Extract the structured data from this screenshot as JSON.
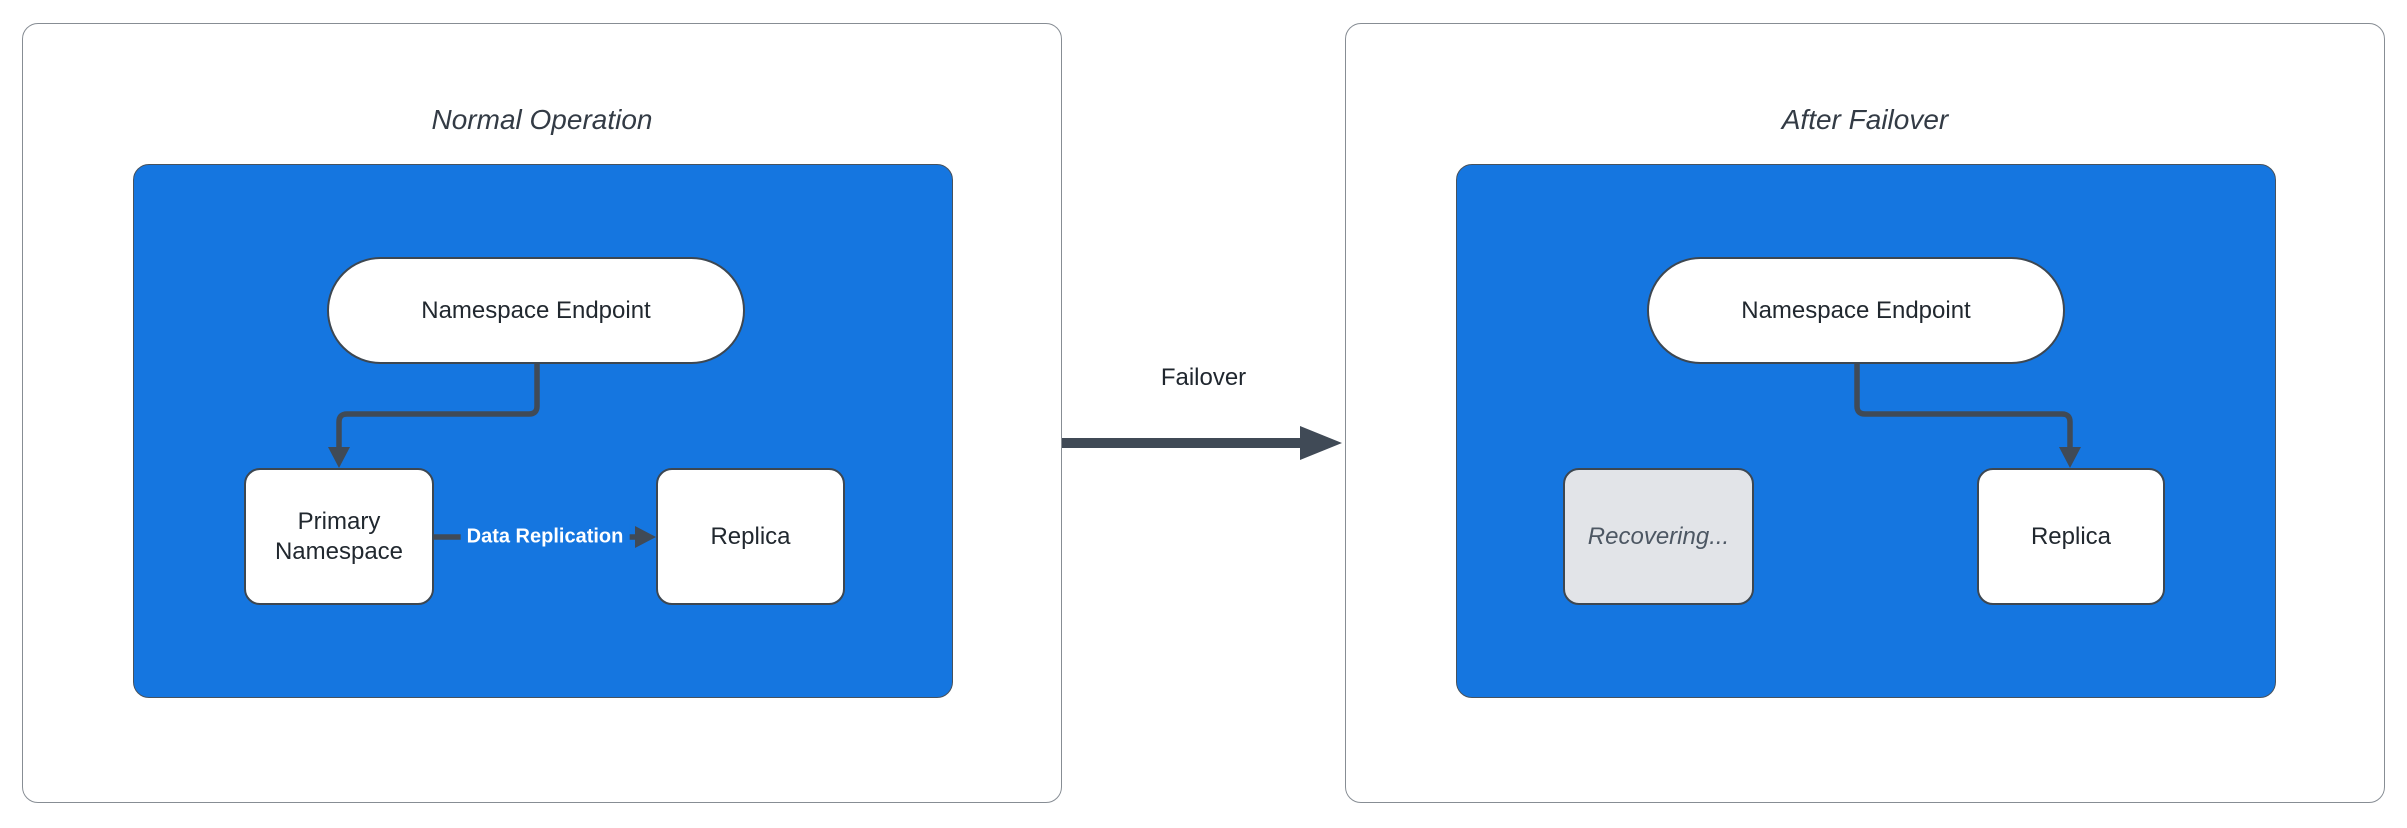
{
  "theme": {
    "canvas-bg": "#ffffff",
    "panel-bg": "#ffffff",
    "panel-border": "#878d94",
    "cluster-fill": "#1576e0",
    "cluster-border": "#47525d",
    "node-fill": "#ffffff",
    "node-border": "#3d4751",
    "node-text": "#21282f",
    "edge-color": "#404a56",
    "edge-label-on-blue": "#ffffff",
    "recovering-fill": "#e2e4e8",
    "recovering-text": "#4d5763",
    "title-text": "#333b45",
    "failover-text": "#1f262e"
  },
  "panels": [
    {
      "title": "Normal Operation",
      "nodes": {
        "endpoint": "Namespace Endpoint",
        "primary": "Primary Namespace",
        "replica": "Replica"
      },
      "edge_label": "Data Replication"
    },
    {
      "title": "After Failover",
      "nodes": {
        "endpoint": "Namespace Endpoint",
        "recovering": "Recovering...",
        "replica": "Replica"
      }
    }
  ],
  "failover": {
    "label": "Failover"
  }
}
